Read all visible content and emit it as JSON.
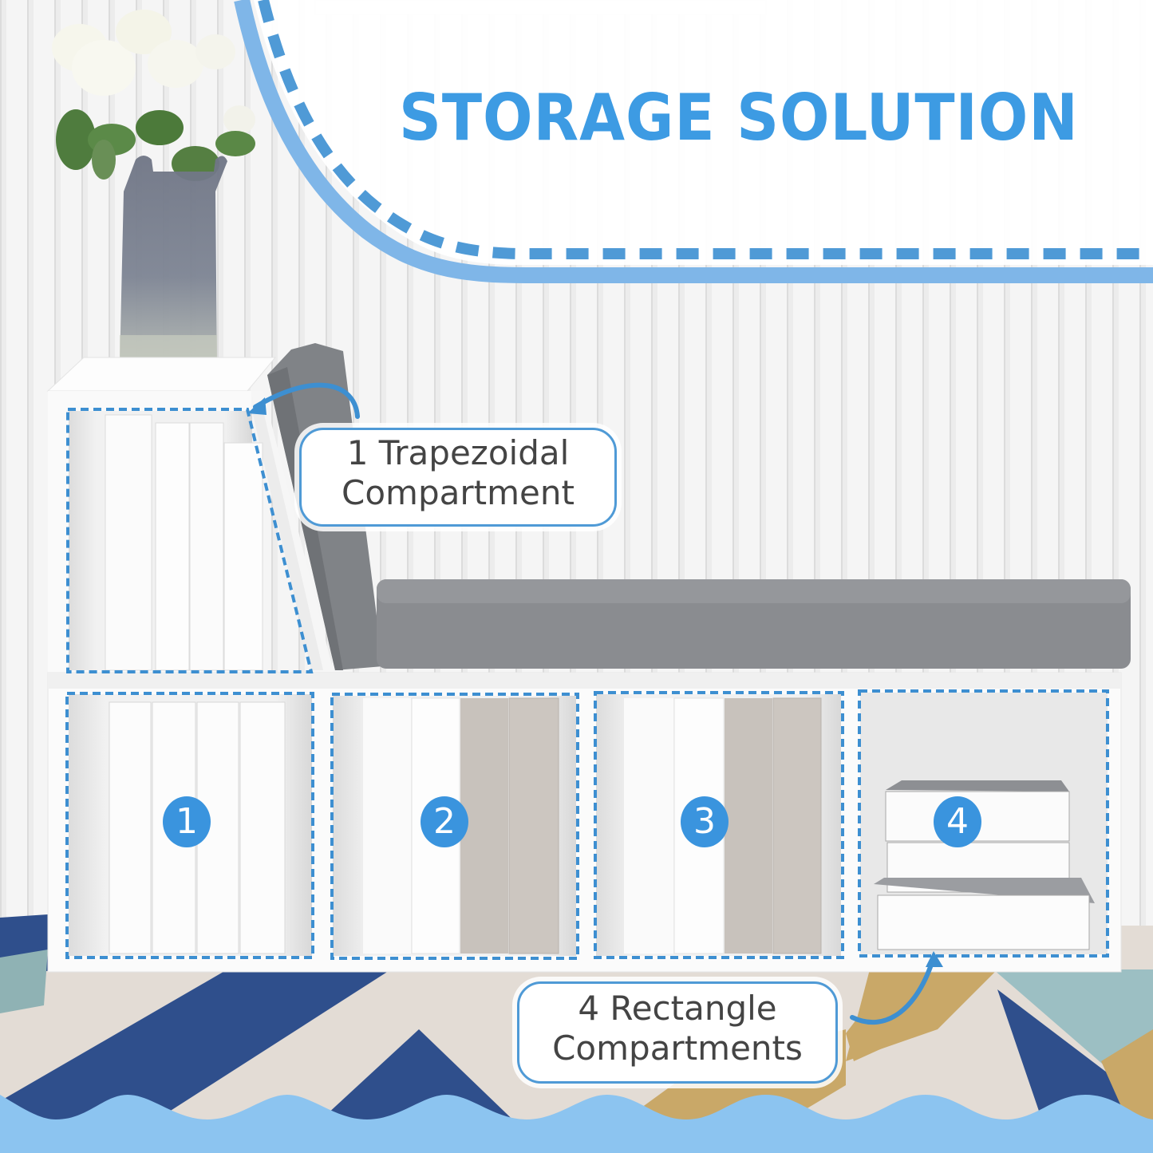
{
  "title": "STORAGE SOLUTION",
  "callouts": {
    "top": {
      "line1": "1 Trapezoidal",
      "line2": "Compartment"
    },
    "bottom": {
      "line1": "4 Rectangle",
      "line2": "Compartments"
    }
  },
  "compartments": [
    {
      "number": "1"
    },
    {
      "number": "2"
    },
    {
      "number": "3"
    },
    {
      "number": "4"
    }
  ],
  "colors": {
    "accent_blue": "#3d9be3",
    "dash_blue": "#4f9ad6",
    "wave_blue": "#8cc4f0",
    "cushion_gray": "#8a8c90",
    "rug_navy": "#2f4f8c",
    "rug_tan": "#c9a868"
  }
}
